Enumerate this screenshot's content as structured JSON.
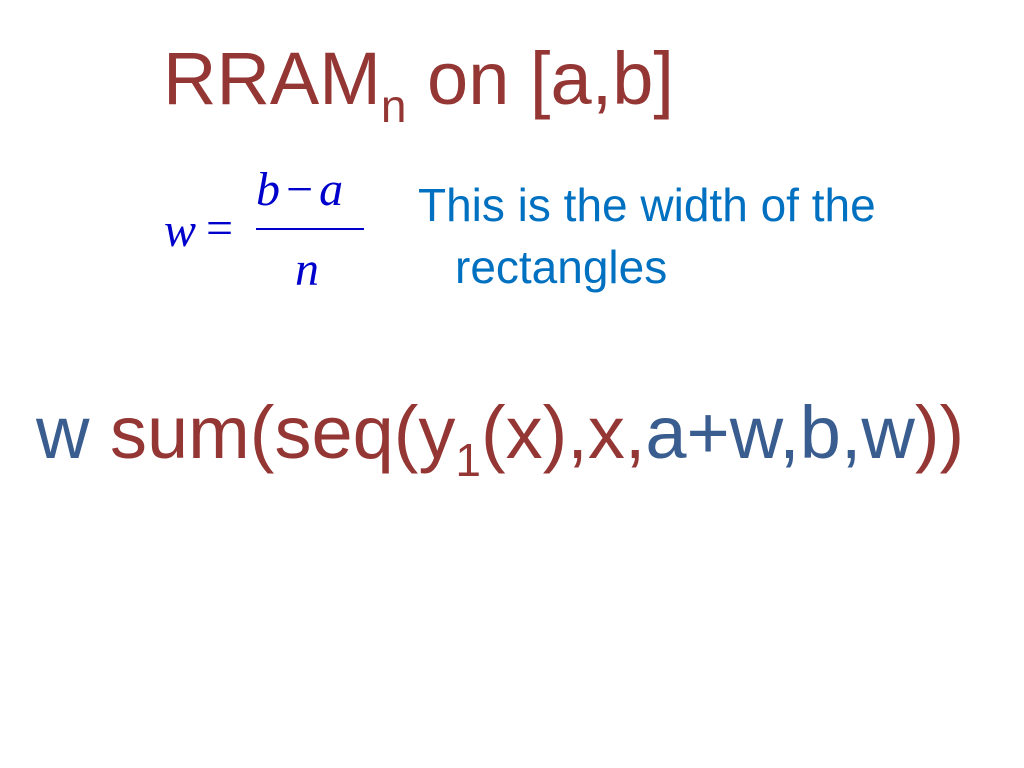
{
  "title": {
    "main": "RRAM",
    "subscript": "n",
    "rest": " on [a,b]"
  },
  "formula": {
    "lhs": "w",
    "equals": "=",
    "numerator_left": "b",
    "numerator_op": "−",
    "numerator_right": "a",
    "denominator": "n"
  },
  "note": {
    "line1": "This is the width of the",
    "line2": "rectangles"
  },
  "command": {
    "w_prefix": "w ",
    "sum_seq_y": "sum(seq(y",
    "subscript": "1",
    "x_part": "(x),x,",
    "a_plus_w": "a+w,b,w",
    "close": "))"
  },
  "colors": {
    "title": "#943634",
    "formula": "#0000cc",
    "note": "#0070c0",
    "command_blue": "#3a5d8f",
    "command_red": "#943634"
  }
}
